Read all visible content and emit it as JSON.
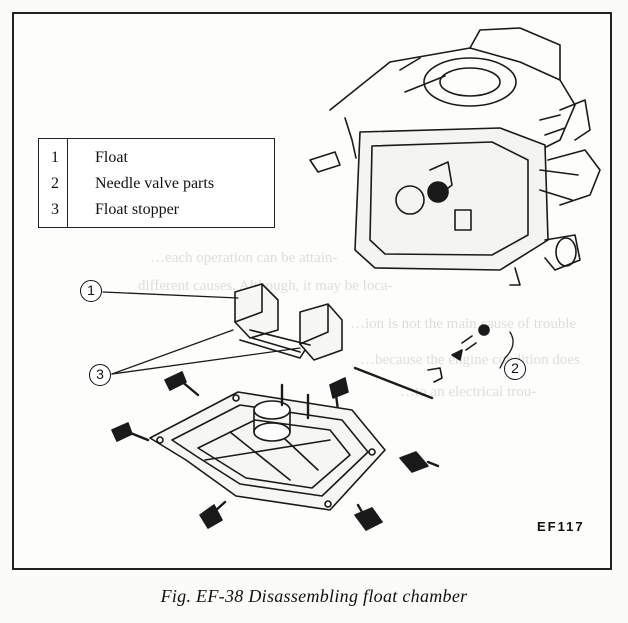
{
  "figure": {
    "caption": "Fig. EF-38 Disassembling float chamber",
    "code": "EF117"
  },
  "legend": [
    {
      "num": "1",
      "label": "Float"
    },
    {
      "num": "2",
      "label": "Needle valve parts"
    },
    {
      "num": "3",
      "label": "Float stopper"
    }
  ],
  "callouts": [
    "1",
    "2",
    "3"
  ],
  "bleed_through_text": [
    "…each operation can be attain-",
    "different causes. Although, it may be loca-",
    "…ion is not the main cause of trouble",
    "…because the engine condition does",
    "…to an electrical trou-",
    "…"
  ]
}
